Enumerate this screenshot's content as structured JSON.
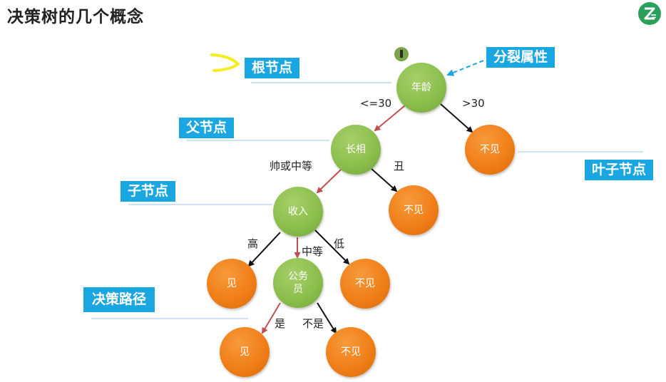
{
  "title": "决策树的几个概念",
  "concept_labels": {
    "root": "根节点",
    "split": "分裂属性",
    "parent": "父节点",
    "leaf": "叶子节点",
    "child": "子节点",
    "path": "决策路径"
  },
  "nodes": {
    "age": "年龄",
    "looks": "长相",
    "no_meet_1": "不见",
    "income": "收入",
    "no_meet_2": "不见",
    "meet_1": "见",
    "civil_servant": "公务员",
    "no_meet_3": "不见",
    "meet_2": "见",
    "no_meet_4": "不见"
  },
  "edges": {
    "le30": "<=30",
    "gt30": ">30",
    "handsome_avg": "帅或中等",
    "ugly": "丑",
    "high": "高",
    "medium": "中等",
    "low": "低",
    "yes": "是",
    "no": "不是"
  },
  "colors": {
    "label_bg": "#1aa6e0",
    "decision_node": "#8cbf4d",
    "leaf_node": "#f07f18",
    "path_edge": "#c0504d",
    "normal_edge": "#111111",
    "pointer_arrow": "#f2ee21"
  }
}
